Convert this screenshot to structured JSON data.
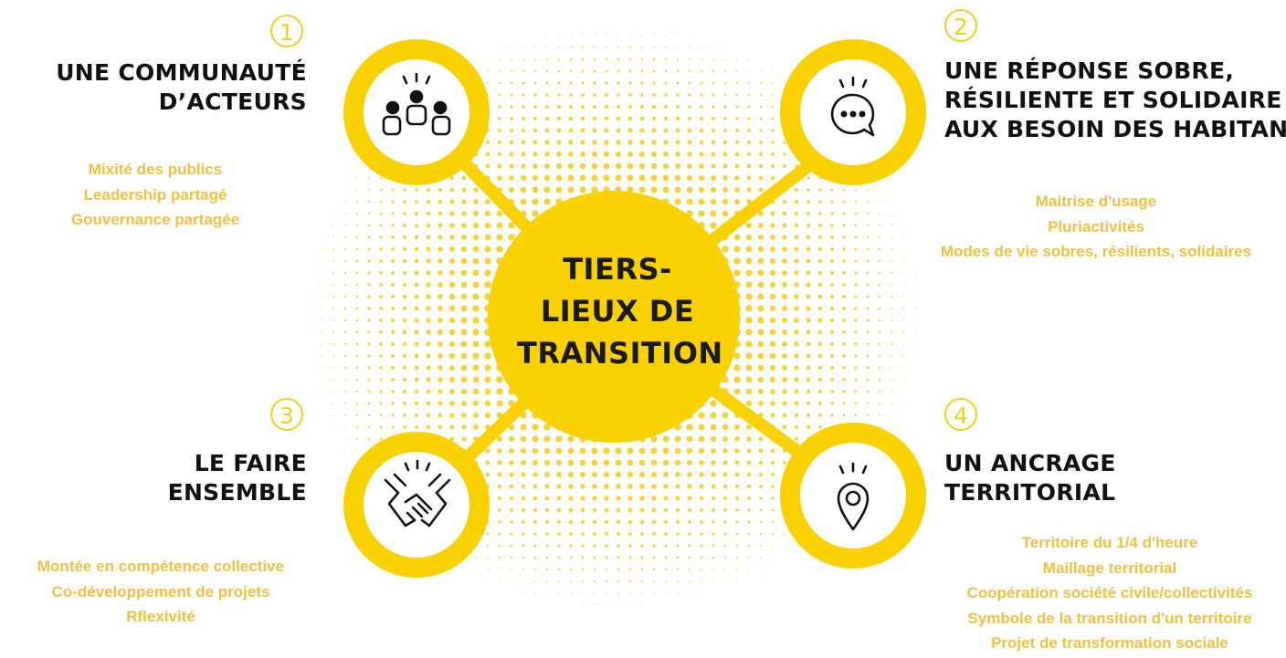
{
  "center": {
    "line1": "TIERS-",
    "line2": "LIEUX DE",
    "line3": "TRANSITION"
  },
  "colors": {
    "accent": "#f9d100",
    "dots": "#f6d23a",
    "detail_text": "#f0c040",
    "heading_text": "#111111"
  },
  "pillars": [
    {
      "number": "1",
      "icon": "community-people-icon",
      "title_lines": [
        "UNE COMMUNAUTÉ",
        "D’ACTEURS"
      ],
      "details": [
        "Mixité des publics",
        "Leadership partagé",
        "Gouvernance partagée"
      ]
    },
    {
      "number": "2",
      "icon": "speech-bubble-icon",
      "title_lines": [
        "UNE RÉPONSE SOBRE,",
        "RÉSILIENTE ET SOLIDAIRE",
        "AUX BESOIN DES HABITANTS"
      ],
      "details": [
        "Maitrise d'usage",
        "Pluriactivités",
        "Modes de vie sobres, résilients, solidaires"
      ]
    },
    {
      "number": "3",
      "icon": "handshake-icon",
      "title_lines": [
        "LE FAIRE",
        "ENSEMBLE"
      ],
      "details": [
        "Montée en compétence collective",
        "Co-développement de projets",
        "Rflexivité"
      ]
    },
    {
      "number": "4",
      "icon": "location-pin-icon",
      "title_lines": [
        "UN ANCRAGE",
        "TERRITORIAL"
      ],
      "details": [
        "Territoire du 1/4 d'heure",
        "Maillage territorial",
        "Coopération société civile/collectivités",
        "Symbole de la transition d'un territoire",
        "Projet de transformation sociale"
      ]
    }
  ]
}
